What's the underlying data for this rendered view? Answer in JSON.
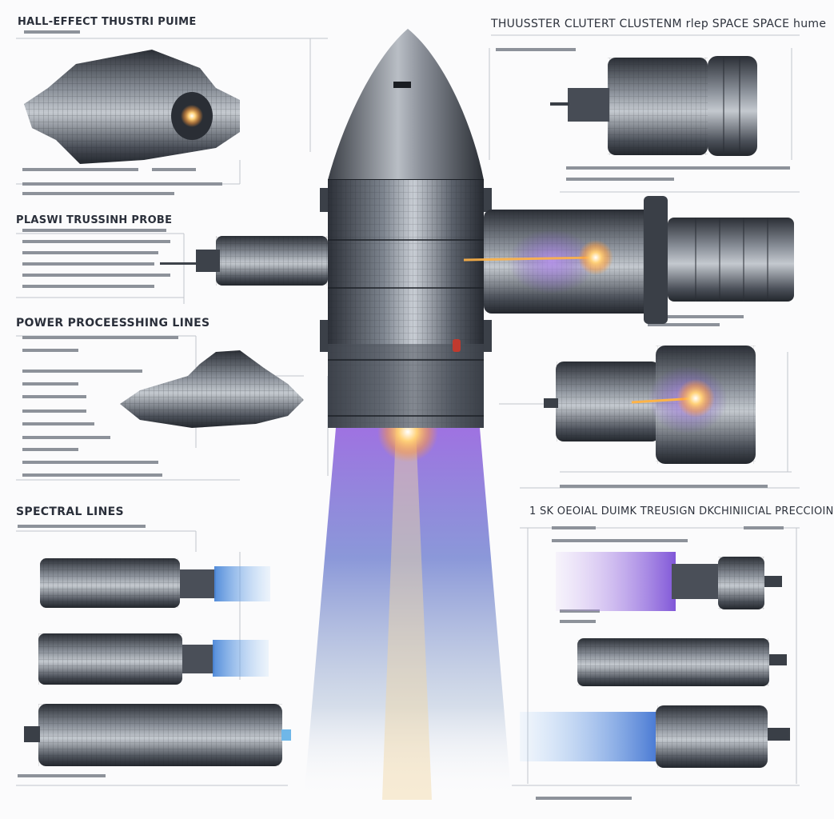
{
  "labels": {
    "hall_effect": "HALL-EFFECT THUSTRI PUIME",
    "plasma": "PLASWI TRUSSINH PROBE",
    "power": "POWER PROCEESSHING LINES",
    "spectral": "SPECTRAL LINES",
    "thruster_cluster": "THUUSSTER CLUTERT CLUSTENM rlep SPACE SPACE hume",
    "precision": "1 SK OEOIAL DUIMK TREUSIGN DKCHINIICIAL PRECCIOIN"
  },
  "colors": {
    "background": "#fbfbfc",
    "hull_dark": "#3a3f47",
    "hull_light": "#9aa1ab",
    "plume_purple": "#8a5fd6",
    "plume_blue": "#5b8fd8",
    "glow": "#ffb347",
    "line": "#c9ccd2"
  }
}
